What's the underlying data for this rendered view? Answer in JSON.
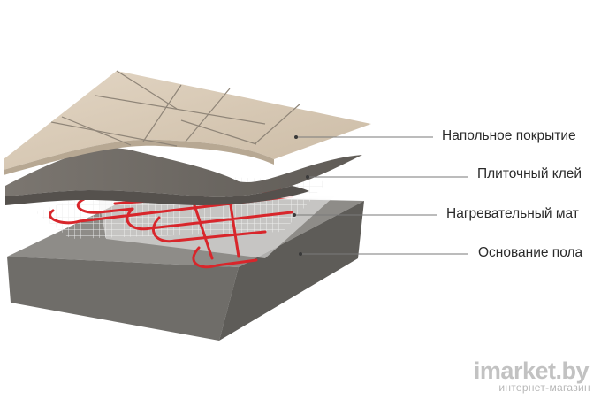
{
  "labels": {
    "floor_covering": "Напольное покрытие",
    "tile_adhesive": "Плиточный клей",
    "heating_mat": "Нагревательный мат",
    "floor_base": "Основание пола"
  },
  "watermark": {
    "brand": "imarket.by",
    "subtitle": "интернет-магазин"
  },
  "colors": {
    "tile": "#d9cbb6",
    "tile_grout": "#8f8578",
    "adhesive": "#6f6a64",
    "heating_cable": "#d8262b",
    "concrete_top": "#8c8a86",
    "concrete_side": "#6c6a66",
    "mesh": "#e8e8e8"
  }
}
